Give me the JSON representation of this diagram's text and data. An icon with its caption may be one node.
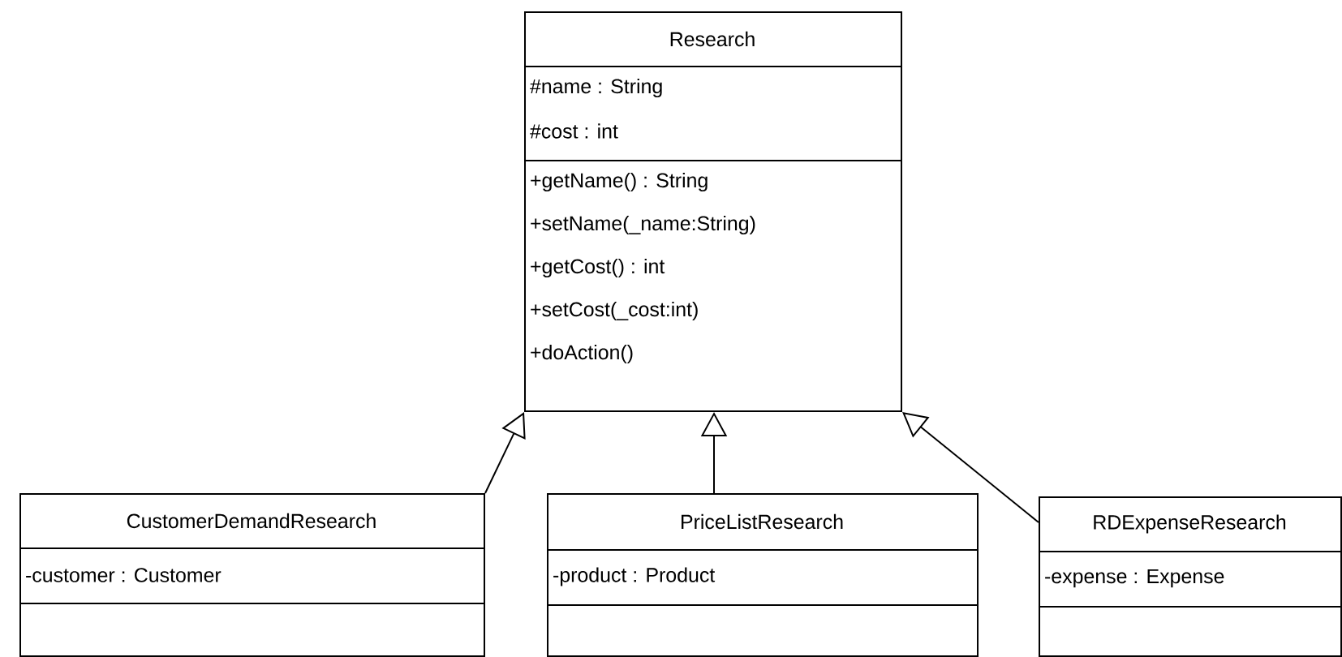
{
  "diagram": {
    "nodes": [
      {
        "text": [
          "Research",
          "#name : String",
          "#cost : int",
          "+getName() : String",
          "+setName(_name:String)",
          "+getCost() : int",
          "+setCost(_cost:int)",
          "+doAction()"
        ]
      },
      {
        "text": [
          "CustomerDemandResearch",
          "-customer : Customer"
        ]
      },
      {
        "text": [
          "PriceListResearch",
          "-product : Product"
        ]
      },
      {
        "text": [
          "RDExpenseResearch",
          "-expense : Expense"
        ]
      }
    ],
    "edges": [
      {
        "from": 1,
        "to": 0,
        "arrow": "to"
      },
      {
        "from": 2,
        "to": 0,
        "arrow": "to"
      },
      {
        "from": 3,
        "to": 0,
        "arrow": "to"
      }
    ]
  }
}
